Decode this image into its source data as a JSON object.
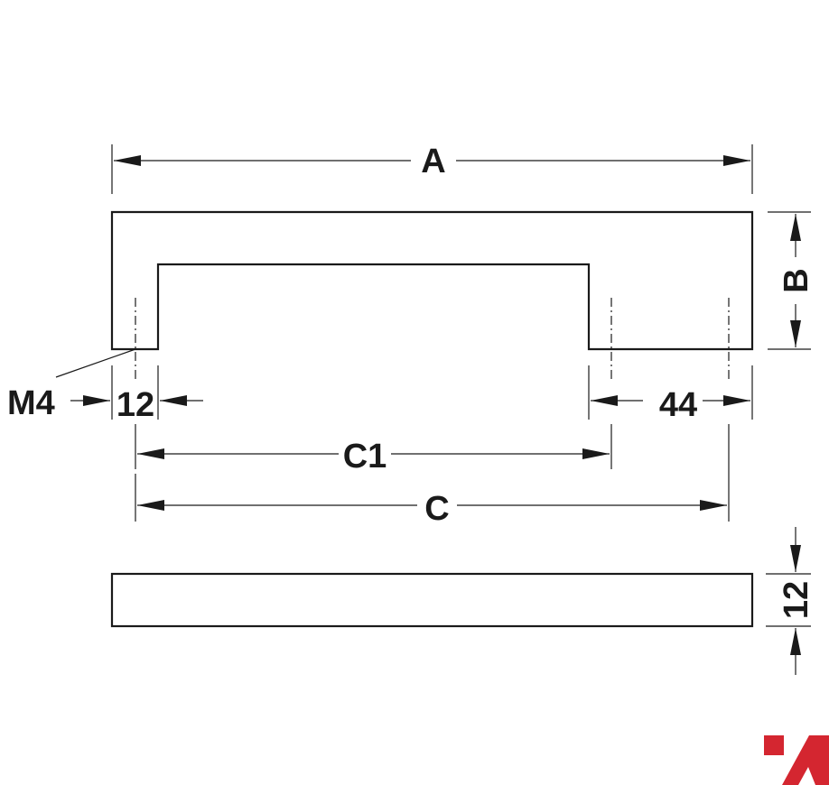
{
  "labels": {
    "a": "A",
    "b": "B",
    "c": "C",
    "c1": "C1",
    "m4": "M4",
    "dim_12_width": "12",
    "dim_44": "44",
    "dim_12_height": "12"
  },
  "colors": {
    "line": "#1a1a1a",
    "logo": "#d42630"
  },
  "logo": {
    "icon": "brand-logo-icon"
  }
}
